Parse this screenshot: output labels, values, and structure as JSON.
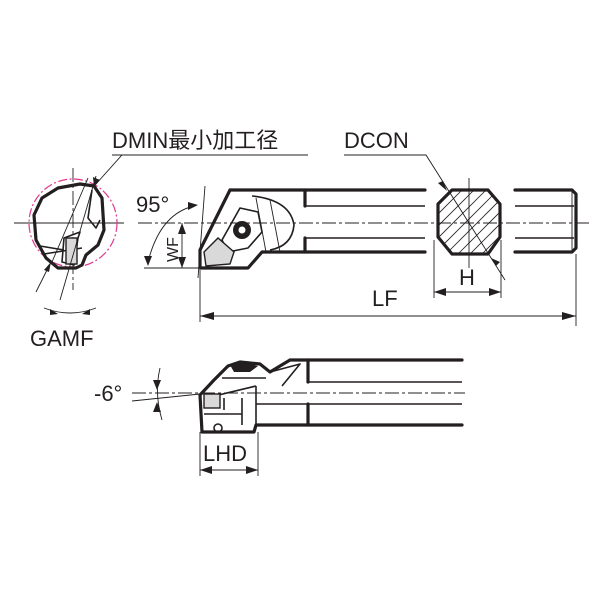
{
  "drawing": {
    "type": "boring bar tool dimension drawing",
    "labels": {
      "dmin": "DMIN最小加工径",
      "dcon": "DCON",
      "gamf": "GAMF",
      "angle_95": "95°",
      "wf": "WF",
      "h": "H",
      "lf": "LF",
      "angle_neg6": "-6°",
      "lhd": "LHD"
    },
    "colors": {
      "line": "#231f20",
      "min_diameter_circle": "#e0378c",
      "insert_fill": "#d9d9d9"
    }
  }
}
